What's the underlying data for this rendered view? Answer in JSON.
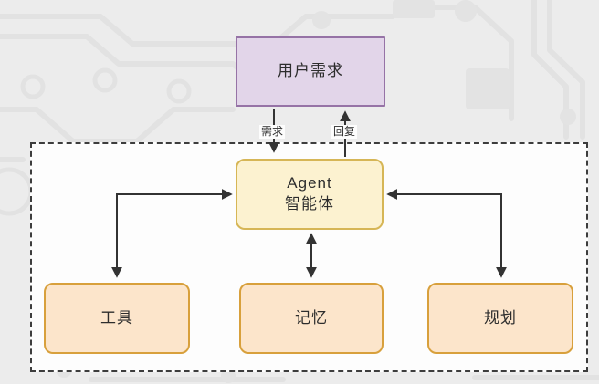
{
  "diagram": {
    "type": "flow-diagram",
    "nodes": {
      "user_need": {
        "label": "用户需求",
        "fill": "#E2D5E9",
        "border": "#9673A6"
      },
      "agent": {
        "label_line1": "Agent",
        "label_line2": "智能体",
        "fill": "#FCF2D0",
        "border": "#D6B656"
      },
      "tools": {
        "label": "工具",
        "fill": "#FCE5CB",
        "border": "#D8A03C"
      },
      "memory": {
        "label": "记忆",
        "fill": "#FCE5CB",
        "border": "#D8A03C"
      },
      "planning": {
        "label": "规划",
        "fill": "#FCE5CB",
        "border": "#D8A03C"
      }
    },
    "edges": {
      "request_label": "需求",
      "reply_label": "回复",
      "connector_color": "#333333"
    },
    "boundary": {
      "style": "dashed",
      "color": "#3D3D3D",
      "fill": "#FDFDFD"
    },
    "background": {
      "color": "#ECECEC",
      "pattern": "faint-circuit-board",
      "pattern_color": "#E2E2E2"
    }
  }
}
